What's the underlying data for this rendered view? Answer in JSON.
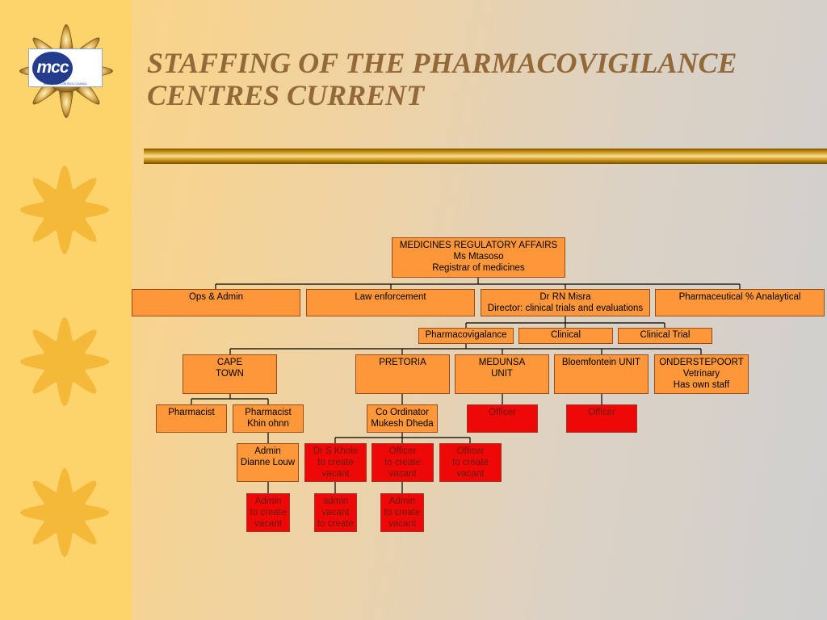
{
  "slide": {
    "title_line1": "STAFFING OF THE PHARMACOVIGILANCE",
    "title_line2": "CENTRES CURRENT"
  },
  "logo": {
    "text": "mcc",
    "subtext": "MEDICINES CONTROL COUNCIL"
  },
  "org_chart": {
    "root": [
      "MEDICINES REGULATORY AFFAIRS",
      "Ms Mtasoso",
      "Registrar of medicines"
    ],
    "departments": [
      [
        "Ops & Admin"
      ],
      [
        "Law enforcement"
      ],
      [
        "Dr RN Misra",
        "Director: clinical trials and evaluations"
      ],
      [
        "Pharmaceutical % Analaytical"
      ]
    ],
    "divisions": [
      [
        "Pharmacovigalance"
      ],
      [
        "Clinical"
      ],
      [
        "Clinical Trial"
      ]
    ],
    "centres": [
      [
        "CAPE",
        "TOWN"
      ],
      [
        "PRETORIA"
      ],
      [
        "MEDUNSA",
        "UNIT"
      ],
      [
        "Bloemfontein UNIT"
      ],
      [
        "ONDERSTEPOORT",
        "Vetrinary",
        "Has own staff"
      ]
    ],
    "staff": [
      [
        "Pharmacist"
      ],
      [
        "Pharmacist",
        "Khin ohnn"
      ],
      [
        "Co Ordinator",
        "Mukesh Dheda"
      ],
      [
        "Officer"
      ],
      [
        "Officer"
      ],
      [
        "Admin",
        "Dianne Louw"
      ],
      [
        "Dr S Khole",
        "to create",
        "vacant"
      ],
      [
        "Officer",
        "to create",
        "vacant"
      ],
      [
        "Officer",
        "to create",
        "vacant"
      ],
      [
        "Admin",
        "to create",
        "vacant"
      ],
      [
        "admin",
        "vacant",
        "to create"
      ],
      [
        "Admin",
        "to create",
        "vacant"
      ]
    ]
  },
  "colors": {
    "filled_position": "#fd9739",
    "vacant_position": "#ef0808",
    "title": "#93693a",
    "sidebar": "#fdd36b"
  }
}
